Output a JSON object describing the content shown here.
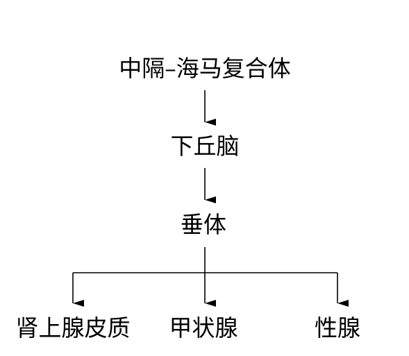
{
  "nodes": {
    "septal_hippocampal_complex": "中隔–海马复合体",
    "hypothalamus": "下丘脑",
    "pituitary": "垂体",
    "adrenal_cortex": "肾上腺皮质",
    "thyroid": "甲状腺",
    "gonads": "性腺"
  },
  "colors": {
    "text": "#000000",
    "lines": "#000000",
    "background": "#ffffff"
  }
}
